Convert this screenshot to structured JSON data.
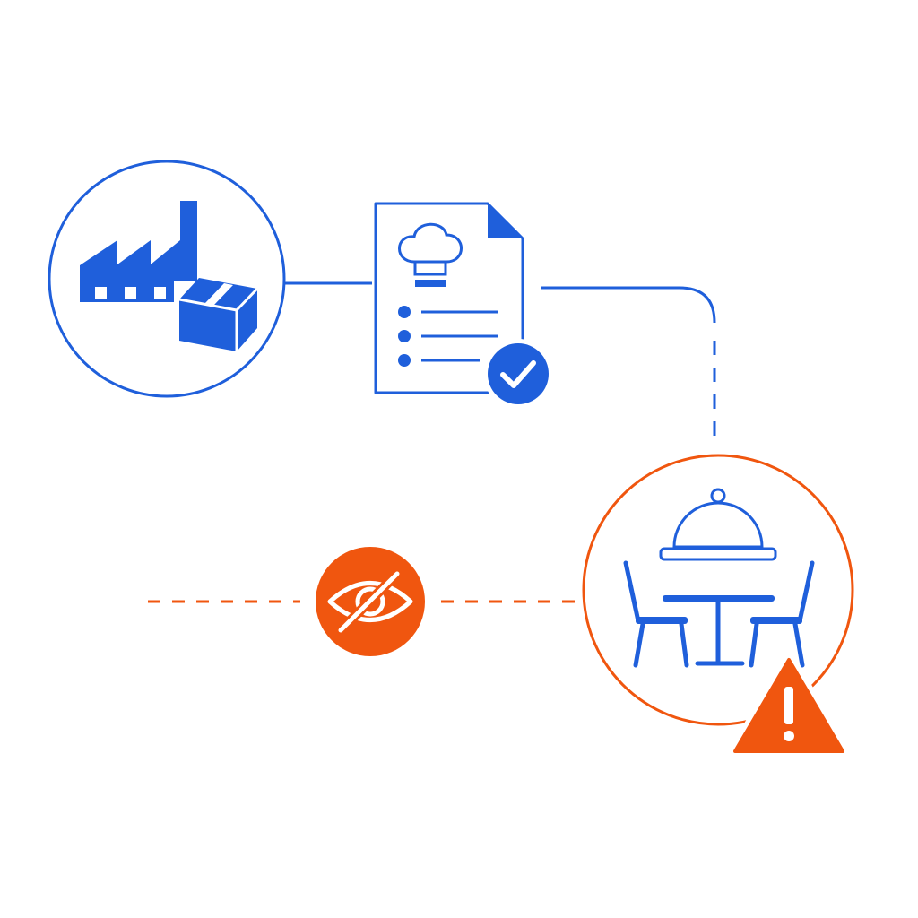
{
  "colors": {
    "background": "#ffffff",
    "primary_blue": "#1f5fdb",
    "alert_orange": "#f0560f",
    "white": "#ffffff"
  },
  "nodes": [
    {
      "id": "supplier",
      "icon": "factory-with-boxes-icon",
      "border_color": "#1f5fdb"
    },
    {
      "id": "recipe-document",
      "icon": "chef-hat-document-icon",
      "badge": "checkmark-badge-icon",
      "border_color": "#1f5fdb"
    },
    {
      "id": "restaurant",
      "icon": "dining-table-with-cloche-icon",
      "badge": "warning-triangle-icon",
      "border_color": "#f0560f"
    },
    {
      "id": "hidden-visibility",
      "icon": "eye-slash-icon",
      "border_color": "#f0560f"
    }
  ],
  "connectors": [
    {
      "from": "supplier",
      "to": "recipe-document",
      "style": "solid",
      "color": "#1f5fdb"
    },
    {
      "from": "recipe-document",
      "to": "restaurant",
      "style": "solid-then-dashed",
      "color": "#1f5fdb"
    },
    {
      "from": "hidden-visibility",
      "to": "restaurant",
      "style": "dashed",
      "color": "#f0560f"
    },
    {
      "from": "left-edge",
      "to": "hidden-visibility",
      "style": "dashed",
      "color": "#f0560f"
    }
  ]
}
